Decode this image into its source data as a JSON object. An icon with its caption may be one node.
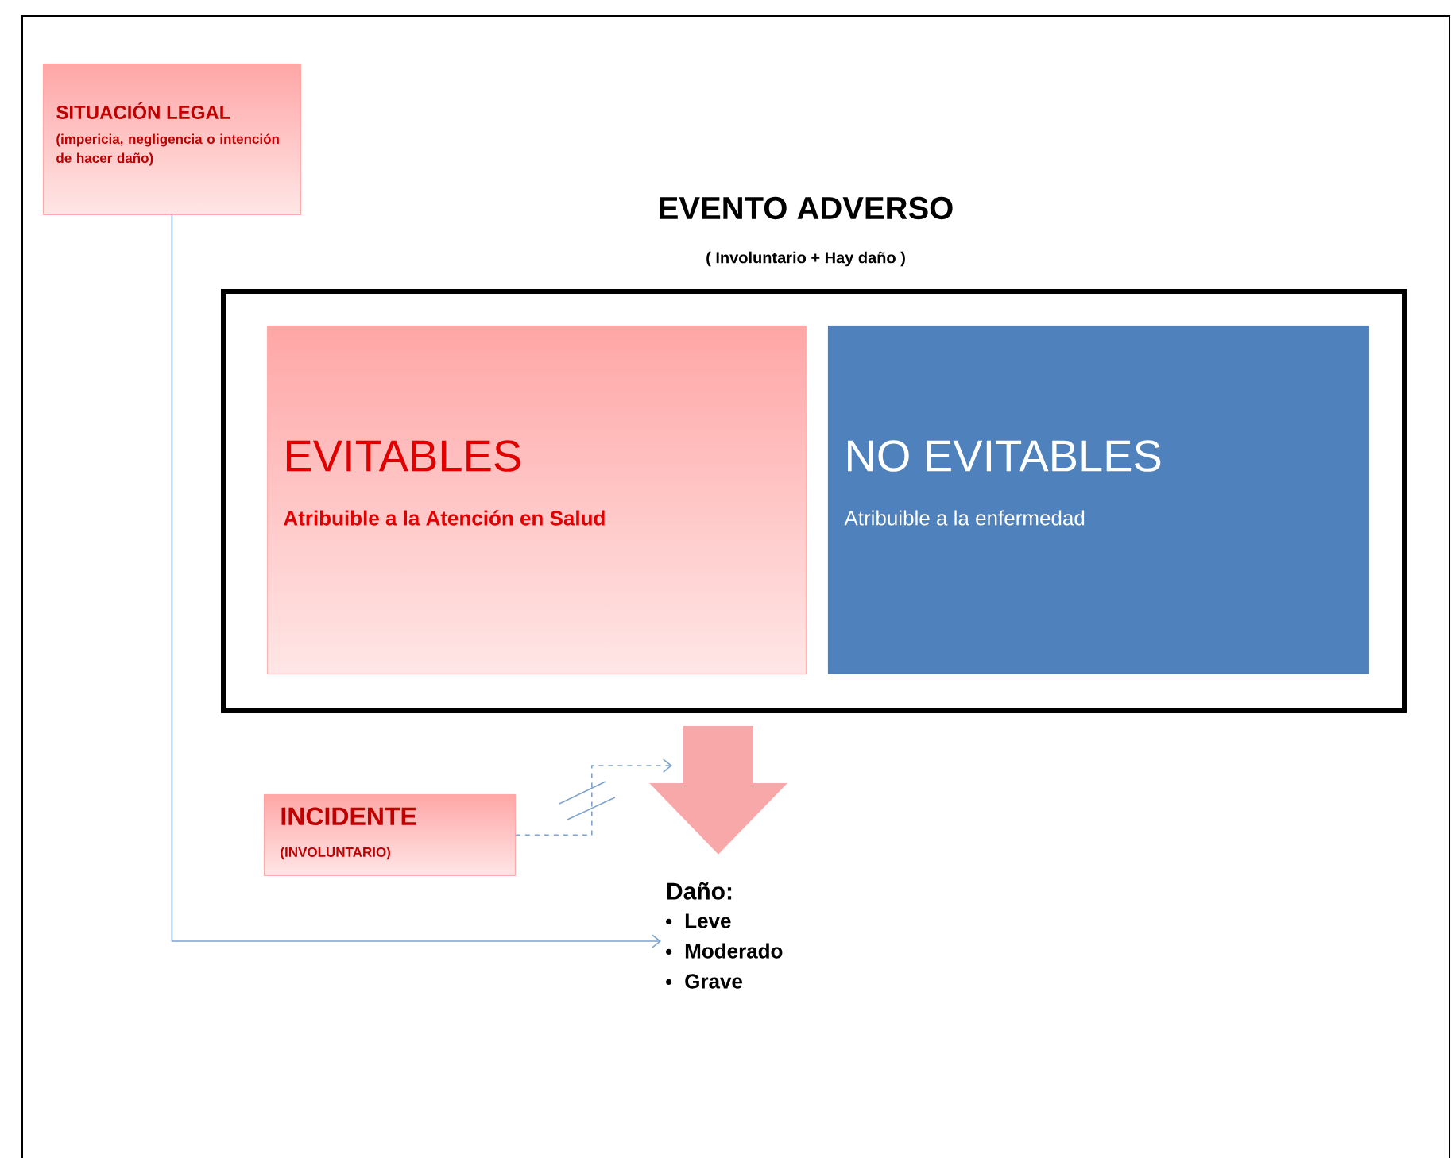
{
  "diagram": {
    "nodes": [
      {
        "text": [
          "SITUACIÓN LEGAL",
          "(impericia, negligencia o intención de hacer daño)"
        ]
      },
      {
        "text": [
          "EVENTO ADVERSO",
          "( Involuntario + Hay daño )"
        ]
      },
      {
        "text": [
          "EVITABLES",
          "Atribuible a la Atención en Salud"
        ],
        "in": 1
      },
      {
        "text": [
          "NO EVITABLES",
          "Atribuible a la enfermedad"
        ],
        "in": 1
      },
      {
        "text": [
          "INCIDENTE",
          "(INVOLUNTARIO)"
        ]
      },
      {
        "text": [
          "Daño:",
          "Leve",
          "Moderado",
          "Grave"
        ]
      }
    ],
    "edges": [
      {
        "from": 0,
        "to": 5,
        "arrow": "to"
      },
      {
        "from": 4,
        "to": null,
        "arrow": "to",
        "style": "dashed"
      },
      {
        "from": 1,
        "to": 5,
        "arrow": "to",
        "style": "thick",
        "color": "#f8a8a8"
      }
    ]
  }
}
